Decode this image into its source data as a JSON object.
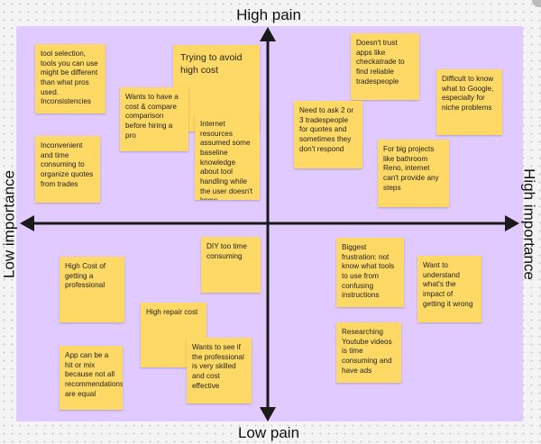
{
  "axes": {
    "top": "High pain",
    "bottom": "Low pain",
    "left": "Low importance",
    "right": "High importance"
  },
  "notes": [
    {
      "id": "tool-selection",
      "text": "tool selection, tools you can use might be different than what pros used. Inconsistencies"
    },
    {
      "id": "inconvenient",
      "text": "Inconvenient and time consuming to organize quotes from trades"
    },
    {
      "id": "avoid-cost",
      "text": "Trying to avoid high cost"
    },
    {
      "id": "compare",
      "text": "Wants to have a cost & compare comparison before hiring a pro"
    },
    {
      "id": "internet-resources",
      "text": "Internet resources assumed some baseline knowledge about tool handling while the user doesn't know."
    },
    {
      "id": "checkatrade",
      "text": "Doesn't trust apps like checkatrade to find reliable tradespeople"
    },
    {
      "id": "google",
      "text": "Difficult to know what to Google, especially for niche problems"
    },
    {
      "id": "ask-tradespeople",
      "text": "Need to ask 2 or 3 tradespeople for quotes and sometimes they don't respond"
    },
    {
      "id": "big-projects",
      "text": "For big projects like bathroom Reno, internet can't provide any steps"
    },
    {
      "id": "diy-time",
      "text": "DIY too time consuming"
    },
    {
      "id": "frustration",
      "text": "Biggest frustration: not know what tools to use from confusing instructions"
    },
    {
      "id": "impact",
      "text": "Want to understand what's the impact of getting it wrong"
    },
    {
      "id": "high-cost-pro",
      "text": "High Cost of getting a professional"
    },
    {
      "id": "repair-cost",
      "text": "High repair cost"
    },
    {
      "id": "youtube",
      "text": "Researching Youtube videos is time consuming and have ads"
    },
    {
      "id": "app-hit-miss",
      "text": "App can be a hit or mix because not all recommendations are equal"
    },
    {
      "id": "skilled",
      "text": "Wants to see if the professional is very skilled and cost effective"
    }
  ]
}
